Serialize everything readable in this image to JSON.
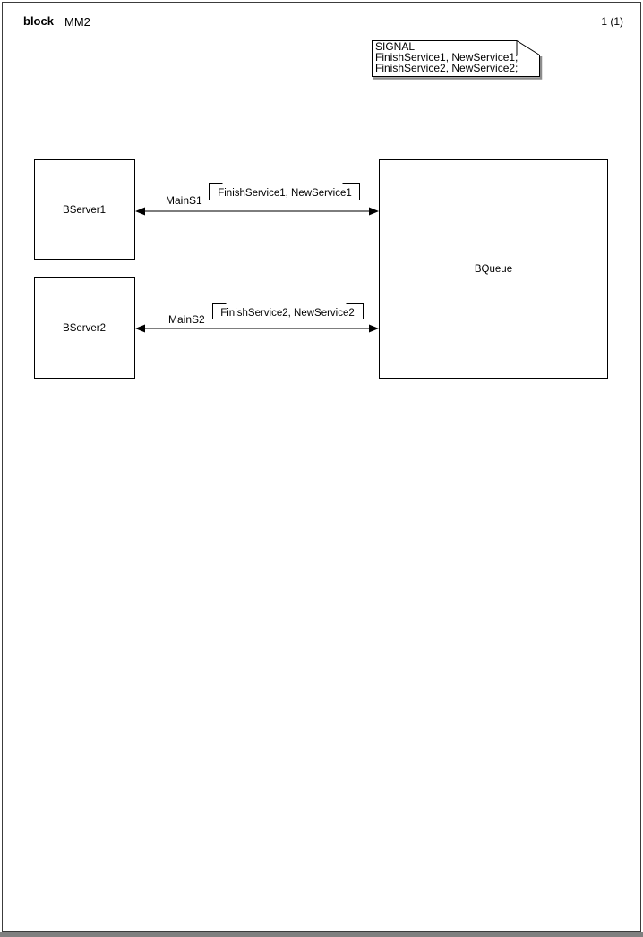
{
  "page": {
    "kind": "block",
    "title": "MM2",
    "page_number": "1 (1)"
  },
  "signal_note": {
    "line1": "SIGNAL",
    "line2": "FinishService1, NewService1;",
    "line3": "FinishService2, NewService2;"
  },
  "blocks": {
    "bserver1": {
      "label": "BServer1"
    },
    "bserver2": {
      "label": "BServer2"
    },
    "bqueue": {
      "label": "BQueue"
    }
  },
  "channels": {
    "mains1": {
      "name": "MainS1",
      "signals": "FinishService1, NewService1"
    },
    "mains2": {
      "name": "MainS2",
      "signals": "FinishService2, NewService2"
    }
  },
  "colors": {
    "frame_border": "#3c3c3c",
    "shape_border": "#000000",
    "channel_line": "#7d7d7d",
    "arrowhead": "#000000",
    "note_shadow": "#8c8c8c",
    "page_bottom_edge": "#808080",
    "background": "#ffffff"
  }
}
